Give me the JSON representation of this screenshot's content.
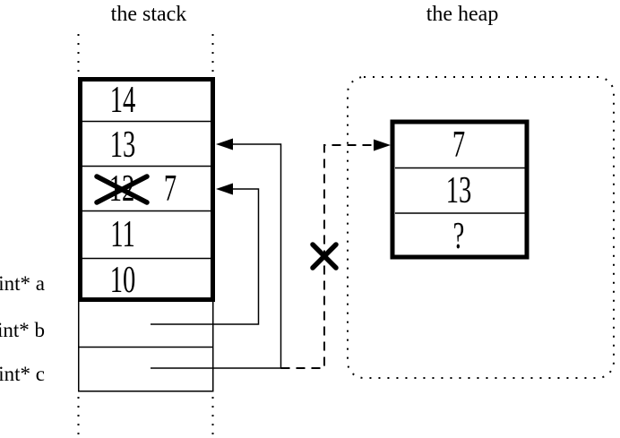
{
  "titles": {
    "stack": "the stack",
    "heap": "the heap"
  },
  "stack": {
    "cells": [
      "14",
      "13",
      "12",
      "11",
      "10"
    ],
    "crossed_out_cell": {
      "old_value": "12",
      "new_value": "7"
    }
  },
  "variables": {
    "a": "int* a",
    "b": "int* b",
    "c": "int* c"
  },
  "heap": {
    "cells": [
      "7",
      "13",
      "?"
    ]
  },
  "colors": {
    "ink": "#000000",
    "background": "#ffffff"
  }
}
